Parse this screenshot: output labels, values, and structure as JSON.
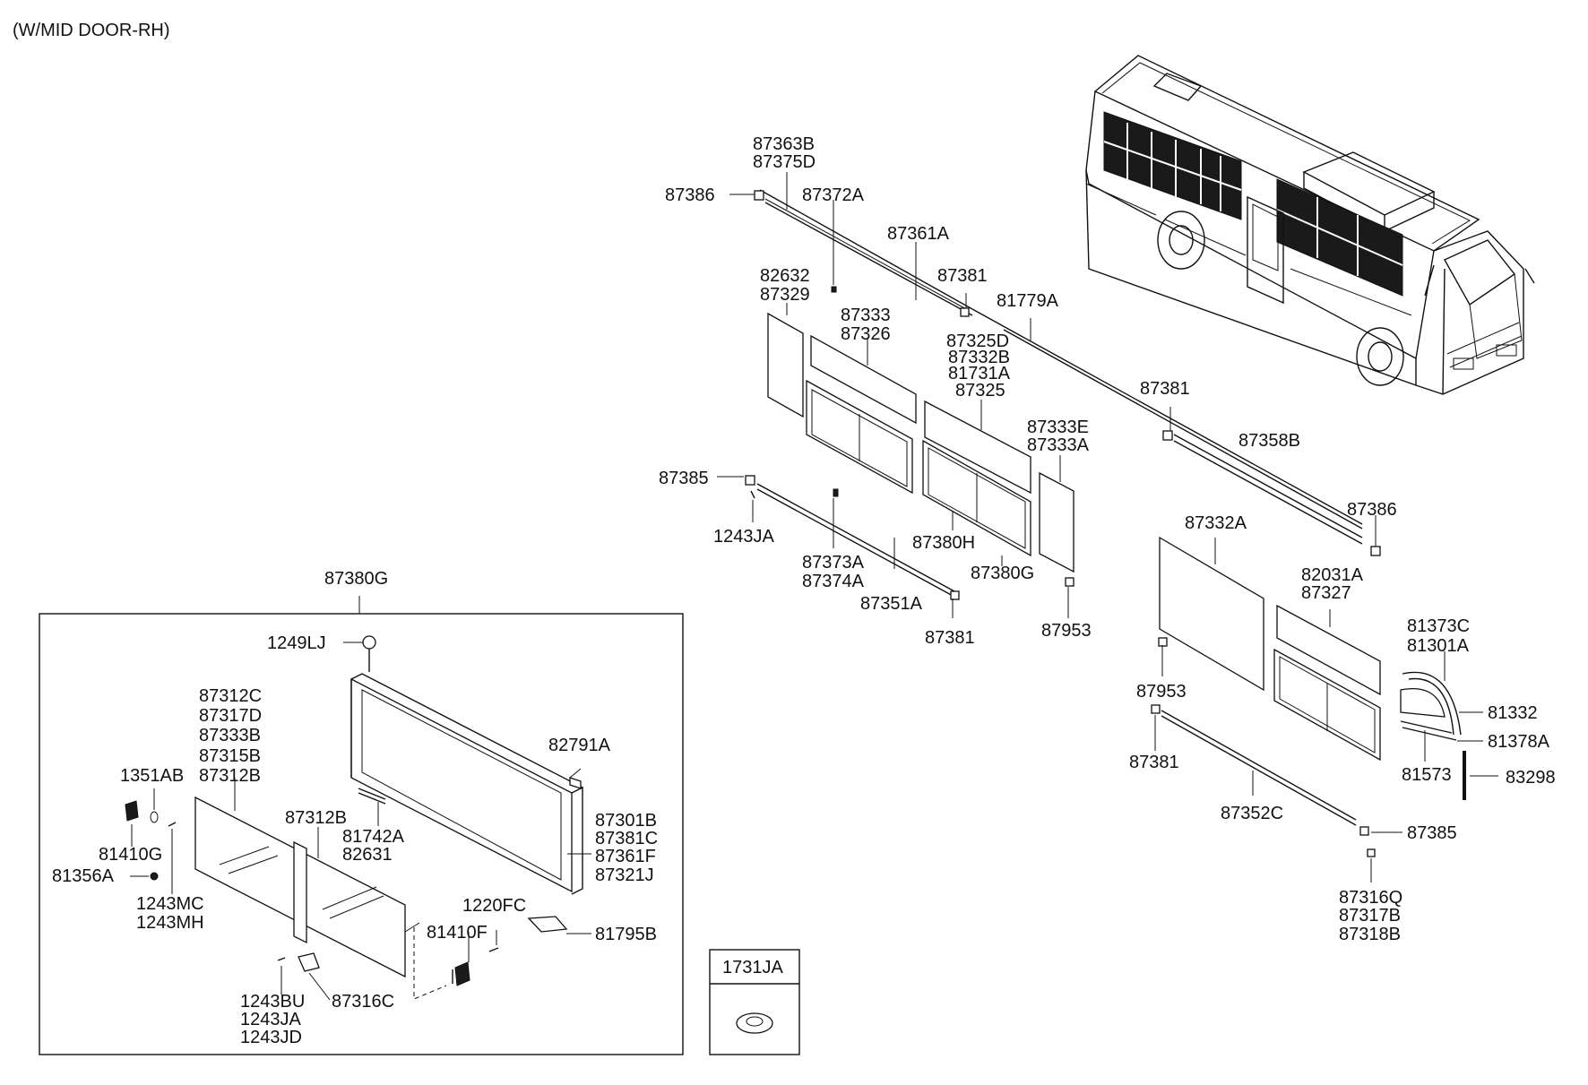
{
  "header": "(W/MID DOOR-RH)",
  "labels": {
    "p87363B": "87363B",
    "p87375D": "87375D",
    "p87386a": "87386",
    "p87372A": "87372A",
    "p87361A": "87361A",
    "p87381a": "87381",
    "p81779A": "81779A",
    "p82632": "82632",
    "p87329": "87329",
    "p87333": "87333",
    "p87326": "87326",
    "p87325D": "87325D",
    "p87332B": "87332B",
    "p81731A": "81731A",
    "p87325": "87325",
    "p87381b": "87381",
    "p87358B": "87358B",
    "p87333E": "87333E",
    "p87333A": "87333A",
    "p87385a": "87385",
    "p1243JAa": "1243JA",
    "p87380H": "87380H",
    "p87386b": "87386",
    "p87373A": "87373A",
    "p87374A": "87374A",
    "p87380Ga": "87380G",
    "p87351A": "87351A",
    "p87381c": "87381",
    "p87953a": "87953",
    "p87332A": "87332A",
    "p82031A": "82031A",
    "p87327": "87327",
    "p81373C": "81373C",
    "p81301A": "81301A",
    "p87953b": "87953",
    "p81332": "81332",
    "p81378A": "81378A",
    "p87381d": "87381",
    "p81573": "81573",
    "p83298": "83298",
    "p87352C": "87352C",
    "p87385b": "87385",
    "p87316Q": "87316Q",
    "p87317B": "87317B",
    "p87318B": "87318B",
    "p87380Gb": "87380G",
    "p1249LJ": "1249LJ",
    "p87312C": "87312C",
    "p87317D": "87317D",
    "p87333B": "87333B",
    "p87315B": "87315B",
    "p87312Ba": "87312B",
    "p82791A": "82791A",
    "p1351AB": "1351AB",
    "p87312Bb": "87312B",
    "p81742A": "81742A",
    "p82631": "82631",
    "p87301B": "87301B",
    "p87381C": "87381C",
    "p87361F": "87361F",
    "p87321J": "87321J",
    "p81410G": "81410G",
    "p81356A": "81356A",
    "p1243MC": "1243MC",
    "p1243MH": "1243MH",
    "p1220FC": "1220FC",
    "p81410F": "81410F",
    "p81795B": "81795B",
    "p1243BU": "1243BU",
    "p1243JAb": "1243JA",
    "p1243JD": "1243JD",
    "p87316C": "87316C",
    "p1731JA": "1731JA"
  }
}
